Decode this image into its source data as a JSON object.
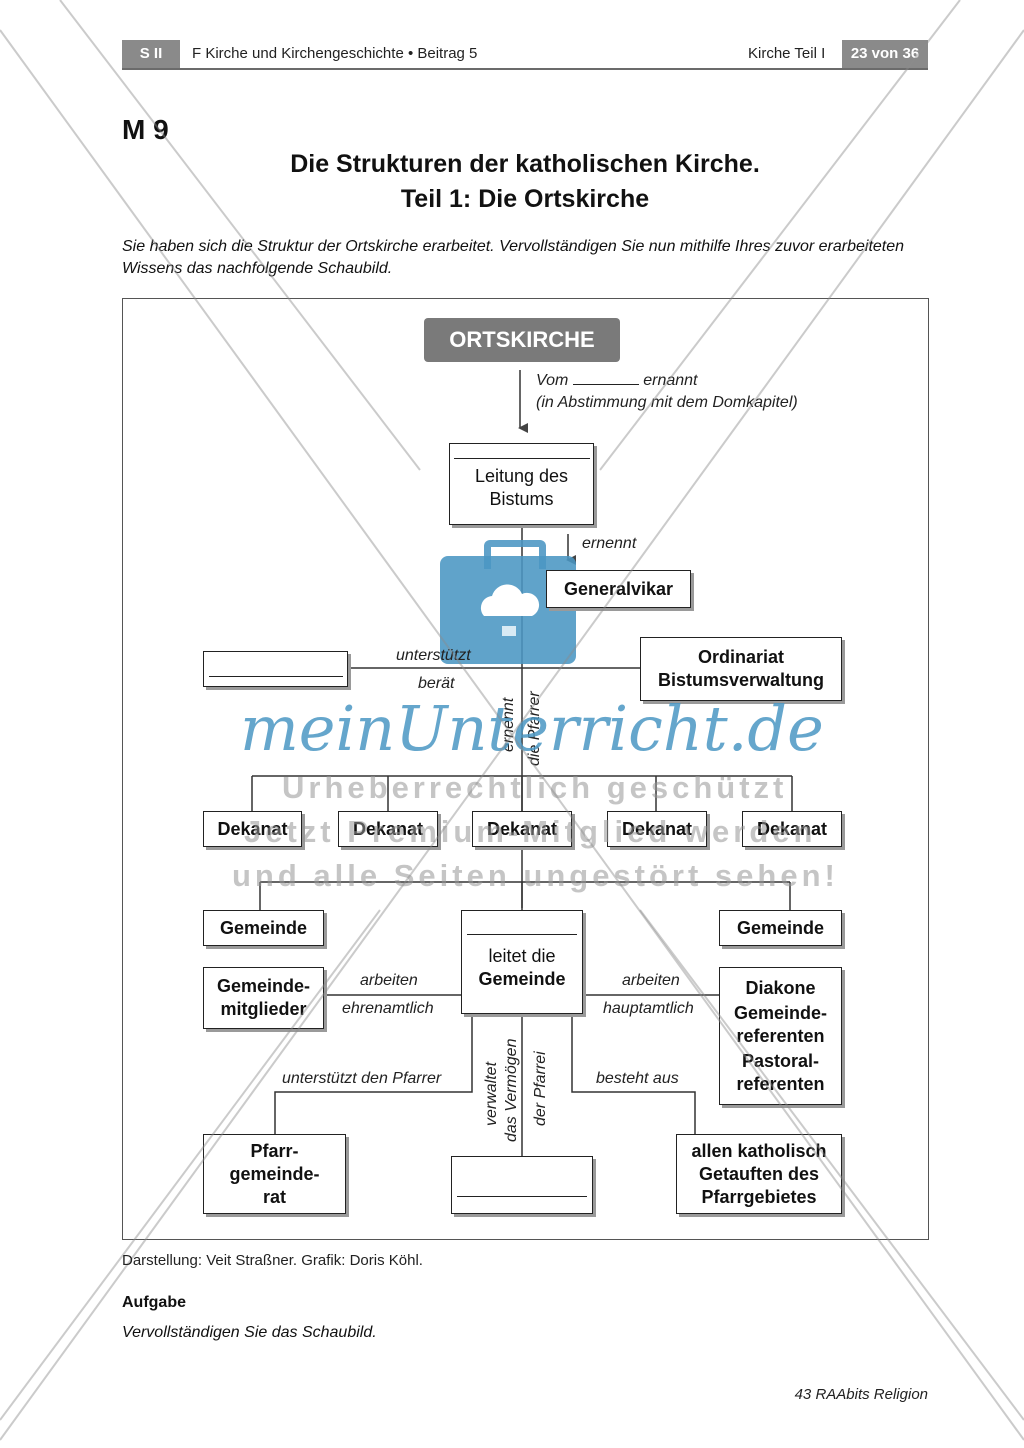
{
  "header": {
    "level": "S II",
    "title": "F  Kirche und Kirchengeschichte • Beitrag 5",
    "section": "Kirche Teil I",
    "page": "23 von 36"
  },
  "material": "M 9",
  "title_line1": "Die Strukturen der katholischen Kirche.",
  "title_line2": "Teil 1: Die Ortskirche",
  "intro": "Sie haben sich die Struktur der Ortskirche erarbeitet. Vervollständigen Sie nun mithilfe Ihres zuvor erarbeiteten Wissens das nachfolgende Schaubild.",
  "diagram": {
    "top": "ORTSKIRCHE",
    "vom": "Vom",
    "ernannt": "ernannt",
    "abstimmung": "(in Abstimmung mit dem Domkapitel)",
    "leitung_l1": "Leitung des",
    "leitung_l2": "Bistums",
    "ernennt": "ernennt",
    "generalvikar": "Generalvikar",
    "unterstuetzt": "unterstützt",
    "beraet": "berät",
    "ordinariat_l1": "Ordinariat",
    "ordinariat_l2": "Bistumsverwaltung",
    "ernennt_rot": "ernennt",
    "die_pfarrer_rot": "die Pfarrer",
    "dekanat": "Dekanat",
    "gemeinde": "Gemeinde",
    "leitet_l1": "leitet die",
    "leitet_l2": "Gemeinde",
    "gemeindemitglieder_l1": "Gemeinde-",
    "gemeindemitglieder_l2": "mitglieder",
    "arbeiten": "arbeiten",
    "ehrenamtlich": "ehrenamtlich",
    "hauptamtlich": "hauptamtlich",
    "diakone": "Diakone",
    "gemeinderef_l1": "Gemeinde-",
    "gemeinderef_l2": "referenten",
    "pastoral_l1": "Pastoral-",
    "pastoral_l2": "referenten",
    "unterstuetzt_pfarrer": "unterstützt den Pfarrer",
    "verwaltet": "verwaltet",
    "das_vermoegen": "das Vermögen",
    "der_pfarrei": "der Pfarrei",
    "besteht_aus": "besteht aus",
    "pgr_l1": "Pfarr-",
    "pgr_l2": "gemeinde-",
    "pgr_l3": "rat",
    "alle_l1": "allen katholisch",
    "alle_l2": "Getauften des",
    "alle_l3": "Pfarrgebietes"
  },
  "credit": "Darstellung: Veit Straßner. Grafik: Doris Köhl.",
  "aufgabe_label": "Aufgabe",
  "aufgabe_text": "Vervollständigen Sie das Schaubild.",
  "footer": "43 RAAbits Religion",
  "watermark": {
    "brand": "meinUnterricht.de",
    "line1": "Urheberrechtlich geschützt",
    "line2": "Jetzt Premium-Mitglied werden",
    "line3": "und alle Seiten ungestört sehen!"
  }
}
